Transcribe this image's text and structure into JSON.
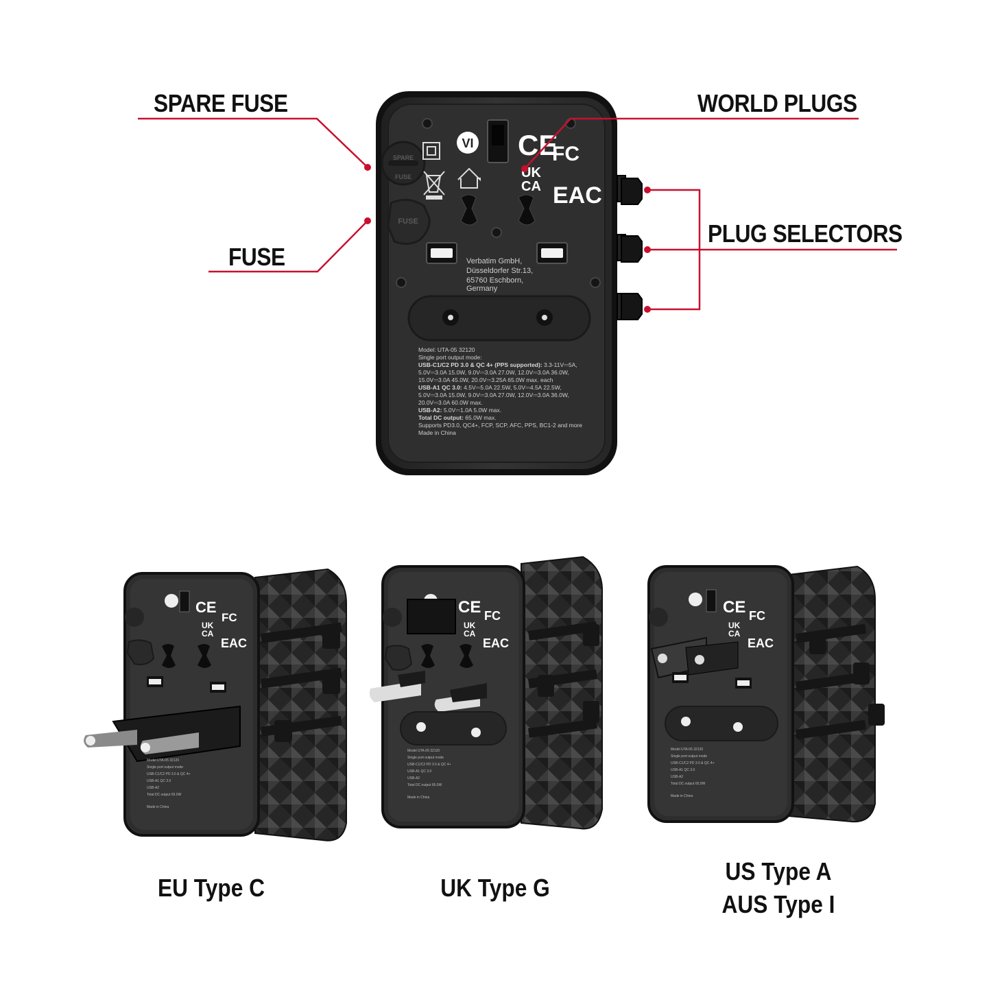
{
  "callouts": {
    "spare_fuse": "SPARE FUSE",
    "fuse": "FUSE",
    "world_plugs": "WORLD PLUGS",
    "plug_selectors": "PLUG SELECTORS"
  },
  "colors": {
    "callout_line": "#c8102e",
    "device_body": "#2e2e2e",
    "device_edge": "#1a1a1a"
  },
  "device": {
    "marks": {
      "vi": "VI",
      "ce": "CE",
      "fc": "FC",
      "ukca_top": "UK",
      "ukca_bottom": "CA",
      "eac": "EAC"
    },
    "fuse_cap_label": "FUSE",
    "spare_cap_label_1": "SPARE",
    "spare_cap_label_2": "FUSE",
    "address": [
      "Verbatim GmbH,",
      "Düsseldorfer Str.13,",
      "65760 Eschborn,",
      "Germany"
    ],
    "specs": [
      {
        "bold": "",
        "text": "Model:  UTA-05 32120"
      },
      {
        "bold": "",
        "text": "Single port output mode:"
      },
      {
        "bold": "USB-C1/C2 PD 3.0 & QC 4+ (PPS supported):",
        "text": " 3.3-11V⎓5A,"
      },
      {
        "bold": "",
        "text": "5.0V⎓3.0A 15.0W, 9.0V⎓3.0A 27.0W, 12.0V⎓3.0A 36.0W,"
      },
      {
        "bold": "",
        "text": "15.0V⎓3.0A 45.0W, 20.0V⎓3.25A 65.0W max. each"
      },
      {
        "bold": "USB-A1 QC 3.0:",
        "text": " 4.5V⎓5.0A 22.5W, 5.0V⎓4.5A 22.5W,"
      },
      {
        "bold": "",
        "text": "5.0V⎓3.0A 15.0W, 9.0V⎓3.0A 27.0W, 12.0V⎓3.0A 36.0W,"
      },
      {
        "bold": "",
        "text": "20.0V⎓3.0A 60.0W max."
      },
      {
        "bold": "USB-A2:",
        "text": " 5.0V⎓1.0A 5.0W max."
      },
      {
        "bold": "Total DC output:",
        "text": " 65.0W max."
      },
      {
        "bold": "",
        "text": "Supports PD3.0, QC4+, FCP, SCP, AFC, PPS, BC1-2 and more"
      },
      {
        "bold": "",
        "text": "Made in China"
      }
    ]
  },
  "captions": {
    "eu": "EU Type C",
    "uk": "UK Type G",
    "us_line1": "US Type A",
    "us_line2": "AUS Type I"
  }
}
